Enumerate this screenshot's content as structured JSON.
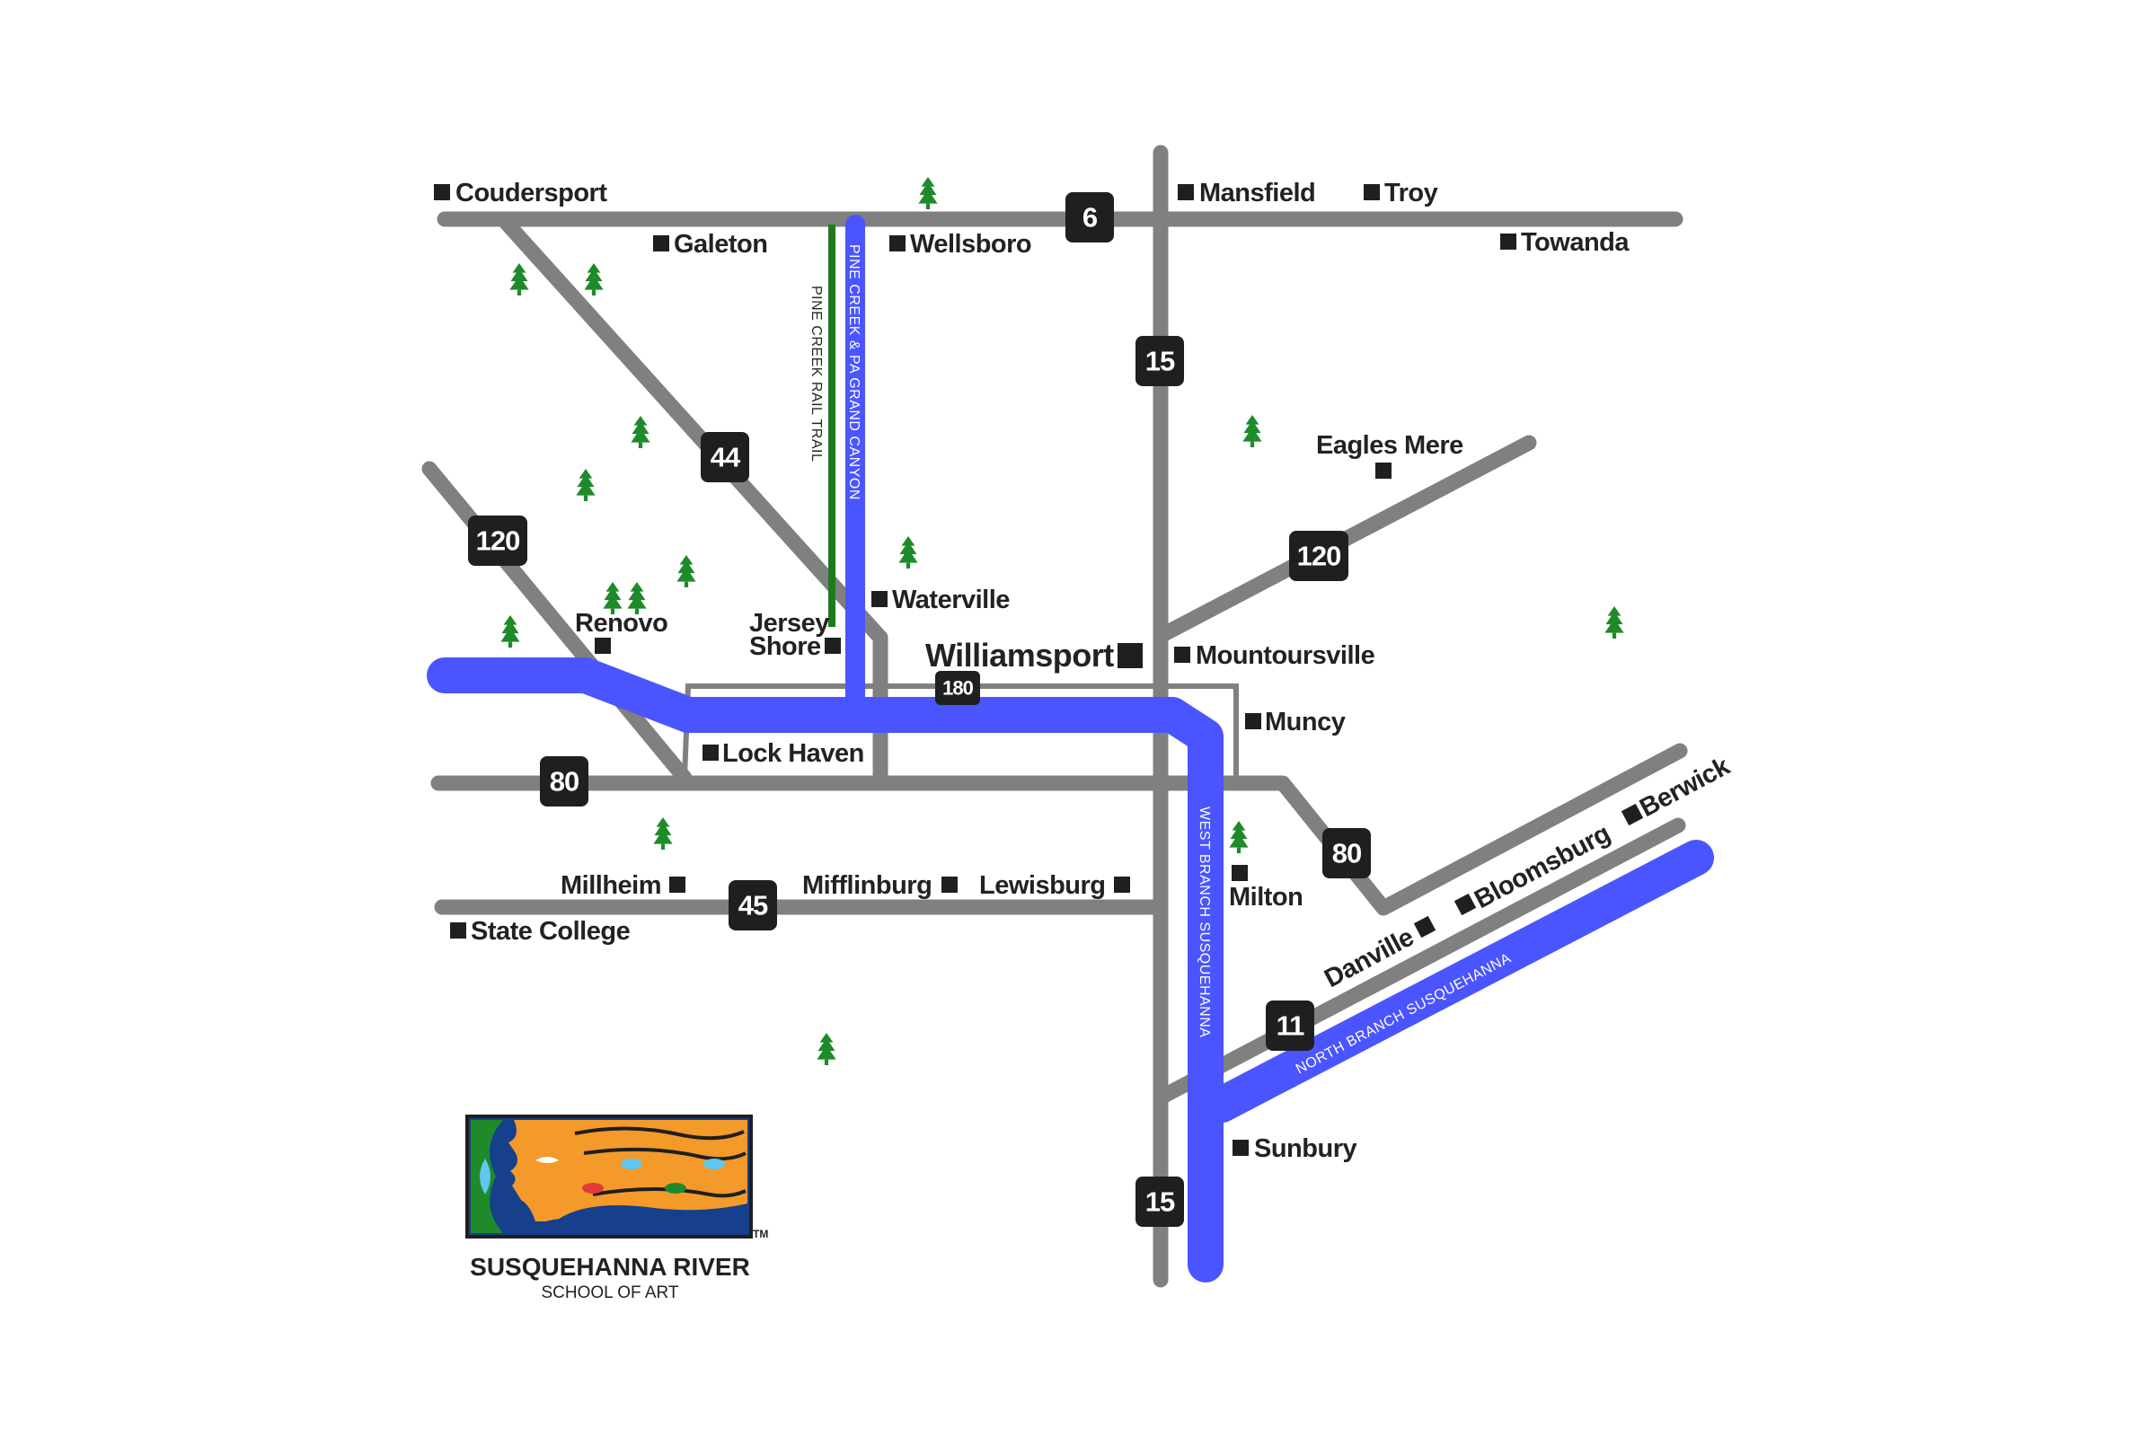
{
  "towns": {
    "coudersport": "Coudersport",
    "galeton": "Galeton",
    "wellsboro": "Wellsboro",
    "mansfield": "Mansfield",
    "troy": "Troy",
    "towanda": "Towanda",
    "eagles_mere": "Eagles Mere",
    "waterville": "Waterville",
    "renovo": "Renovo",
    "jersey": "Jersey",
    "shore": "Shore",
    "williamsport": "Williamsport",
    "montoursville": "Mountoursville",
    "muncy": "Muncy",
    "lock_haven": "Lock Haven",
    "millheim": "Millheim",
    "mifflinburg": "Mifflinburg",
    "lewisburg": "Lewisburg",
    "state_college": "State College",
    "milton": "Milton",
    "danville": "Danville",
    "bloomsburg": "Bloomsburg",
    "berwick": "Berwick",
    "sunbury": "Sunbury"
  },
  "routes": {
    "r6": "6",
    "r15_north": "15",
    "r15_south": "15",
    "r44": "44",
    "r120_west": "120",
    "r120_east": "120",
    "r180": "180",
    "r80_west": "80",
    "r80_east": "80",
    "r45": "45",
    "r11": "11"
  },
  "waterways": {
    "pine_creek": "PINE CREEK & PA GRAND CANYON",
    "rail_trail": "PINE CREEK RAIL TRAIL",
    "west_branch": "WEST BRANCH SUSQUEHANNA",
    "north_branch": "NORTH BRANCH SUSQUEHANNA"
  },
  "logo": {
    "title": "SUSQUEHANNA RIVER",
    "subtitle": "SCHOOL OF ART",
    "trademark": "TM"
  },
  "colors": {
    "road": "#808080",
    "river": "#4a55ff",
    "trail": "#1f7a1f",
    "tree": "#1f8a2a",
    "shield": "#1f1f1f",
    "logo_orange": "#f39a2a",
    "logo_blue": "#163f8c"
  }
}
